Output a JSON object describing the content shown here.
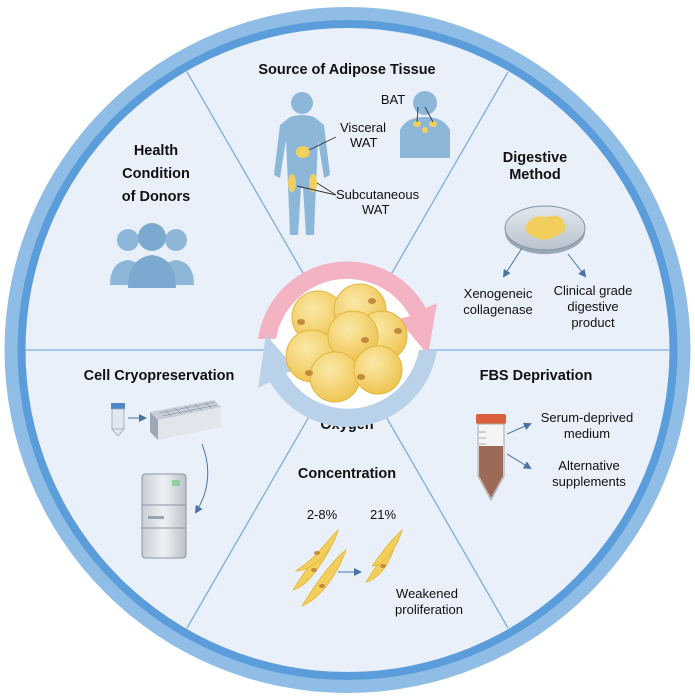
{
  "sections": {
    "source": {
      "title": "Source of Adipose Tissue",
      "bat": "BAT",
      "visceral_1": "Visceral",
      "visceral_2": "WAT",
      "subcut_1": "Subcutaneous",
      "subcut_2": "WAT"
    },
    "digestive": {
      "title_1": "Digestive",
      "title_2": "Method",
      "option_a_1": "Xenogeneic",
      "option_a_2": "collagenase",
      "option_b_1": "Clinical grade",
      "option_b_2": "digestive",
      "option_b_3": "product"
    },
    "fbs": {
      "title": "FBS Deprivation",
      "option_a_1": "Serum-deprived",
      "option_a_2": "medium",
      "option_b_1": "Alternative",
      "option_b_2": "supplements"
    },
    "oxygen": {
      "title_1": "Oxygen",
      "title_2": "Concentration",
      "low": "2-8%",
      "high": "21%",
      "effect_1": "Weakened",
      "effect_2": "proliferation"
    },
    "cryo": {
      "title": "Cell Cryopreservation"
    },
    "health": {
      "title_1": "Health",
      "title_2": "Condition",
      "title_3": "of Donors"
    }
  },
  "colors": {
    "outer_ring": "#7fb3e3",
    "inner_ring": "#4f94d8",
    "panel_fill": "#e9f0f9",
    "divider": "#6aa4dc",
    "body_fill": "#8db7d9",
    "fat_yellow": "#f2cf5c",
    "arrow_pink": "#f4b3c3",
    "arrow_blue": "#b9d2ea",
    "tube_cap": "#d9603b"
  }
}
